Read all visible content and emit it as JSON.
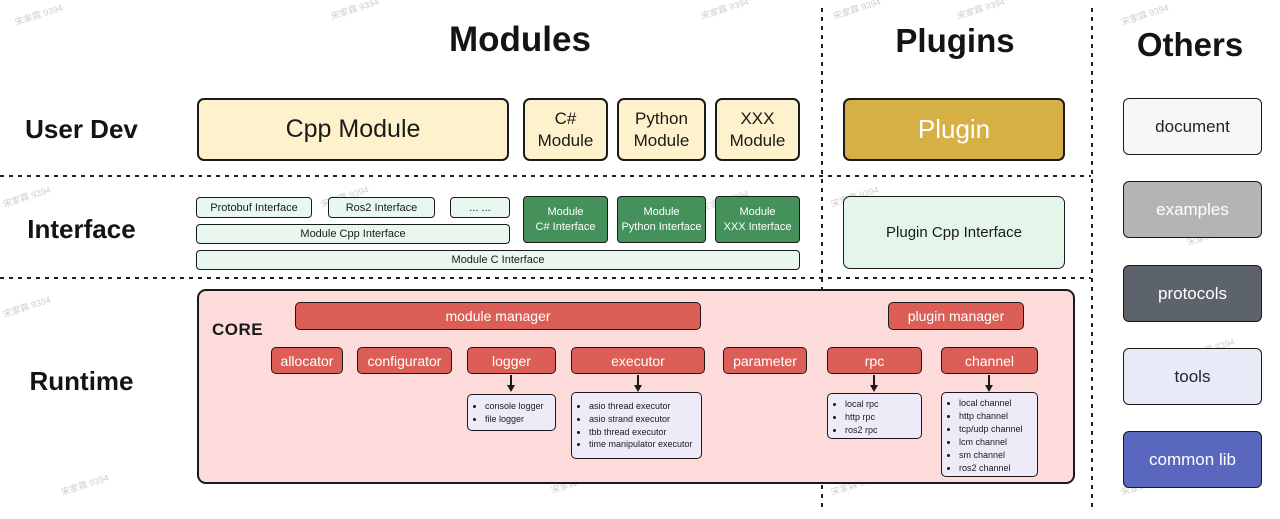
{
  "watermark": "宋家霖 9394",
  "headers": {
    "modules": "Modules",
    "plugins": "Plugins",
    "others": "Others"
  },
  "row_labels": {
    "user_dev": "User Dev",
    "interface": "Interface",
    "runtime": "Runtime"
  },
  "user_dev": {
    "cpp_module": "Cpp Module",
    "csharp_module": {
      "l1": "C#",
      "l2": "Module"
    },
    "python_module": {
      "l1": "Python",
      "l2": "Module"
    },
    "xxx_module": {
      "l1": "XXX",
      "l2": "Module"
    },
    "plugin": "Plugin"
  },
  "interface": {
    "protobuf": "Protobuf Interface",
    "ros2": "Ros2 Interface",
    "dots": "... ...",
    "module_cpp": "Module Cpp Interface",
    "module_c": "Module C Interface",
    "module_csharp": {
      "l1": "Module",
      "l2": "C# Interface"
    },
    "module_python": {
      "l1": "Module",
      "l2": "Python Interface"
    },
    "module_xxx": {
      "l1": "Module",
      "l2": "XXX Interface"
    },
    "plugin_cpp": "Plugin Cpp Interface"
  },
  "runtime": {
    "core_label": "CORE",
    "module_manager": "module manager",
    "plugin_manager": "plugin manager",
    "components": [
      "allocator",
      "configurator",
      "logger",
      "executor",
      "parameter",
      "rpc",
      "channel"
    ],
    "logger_impls": [
      "console logger",
      "file logger"
    ],
    "executor_impls": [
      "asio thread executor",
      "asio strand executor",
      "tbb thread executor",
      "time manipulator executor"
    ],
    "rpc_impls": [
      "local rpc",
      "http rpc",
      "ros2 rpc"
    ],
    "channel_impls": [
      "local channel",
      "http channel",
      "tcp/udp channel",
      "lcm channel",
      "sm channel",
      "ros2 channel"
    ]
  },
  "others": {
    "document": "document",
    "examples": "examples",
    "protocols": "protocols",
    "tools": "tools",
    "common_lib": "common lib"
  },
  "colors": {
    "module_cream": "#fdf2cb",
    "plugin_gold": "#d6b045",
    "interface_light_green": "#e9f8ef",
    "interface_dark_green": "#44915c",
    "core_pink": "#fcdbda",
    "component_red": "#dc5f57",
    "impl_purple": "#efeaf8",
    "others_document": "#f7f7f7",
    "others_examples": "#b4b4b4",
    "others_protocols": "#5d636b",
    "others_tools": "#e8ebf7",
    "others_common_lib": "#5a67bf"
  }
}
